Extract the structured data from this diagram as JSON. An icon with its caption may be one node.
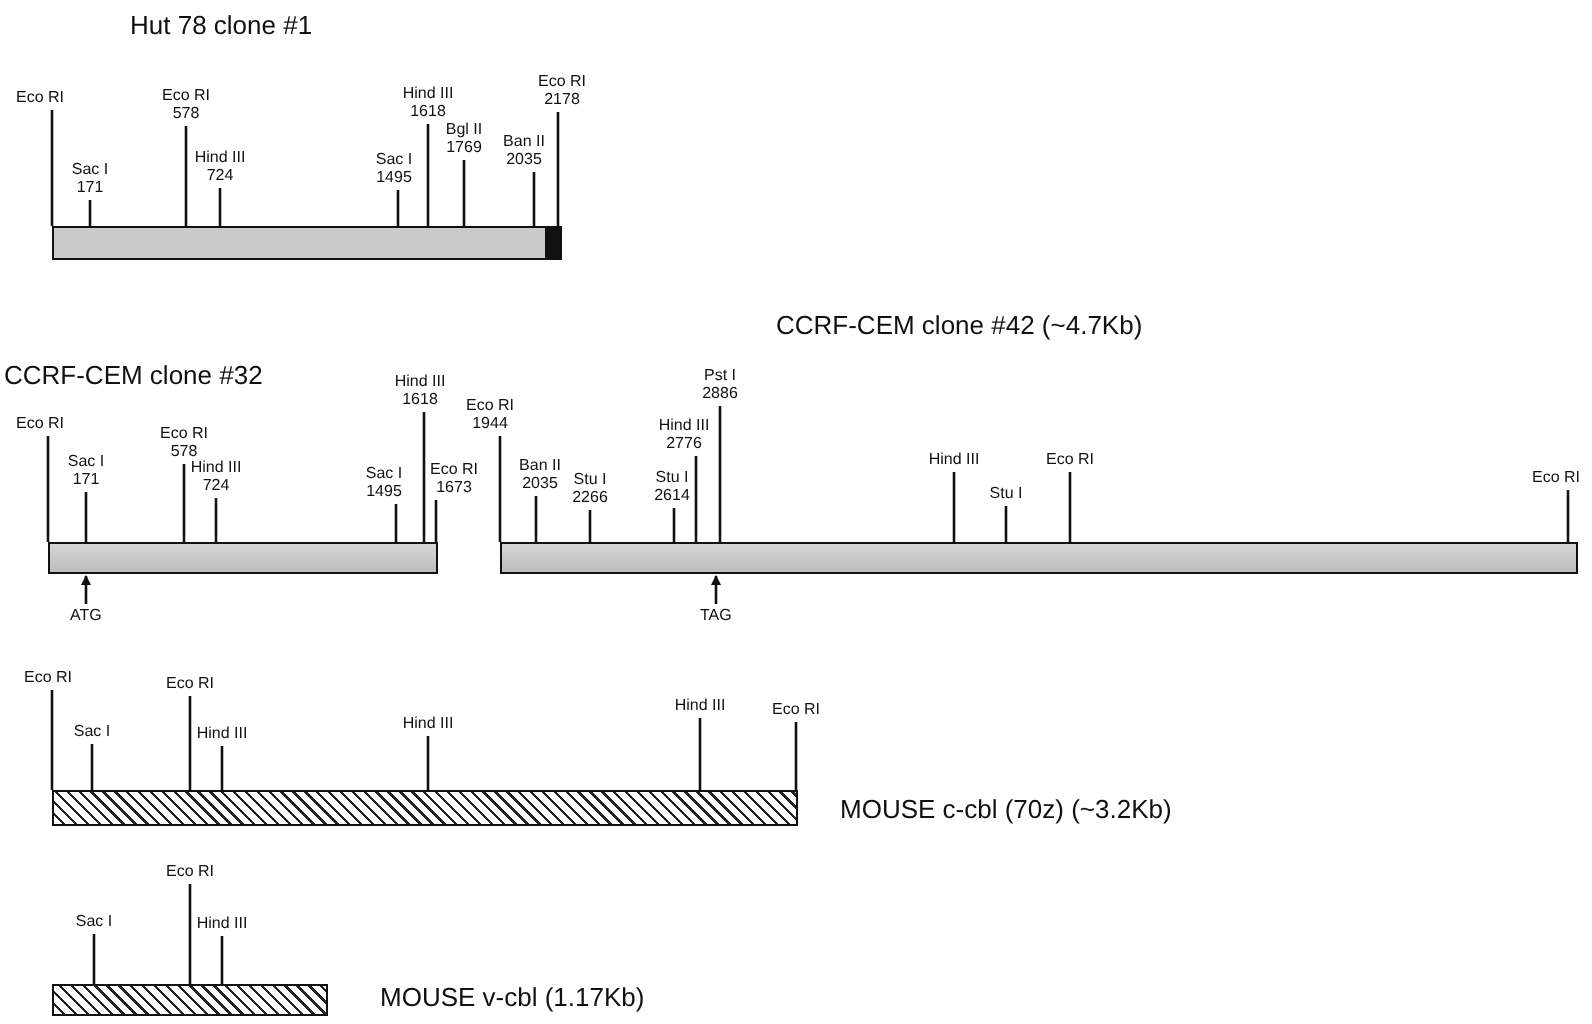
{
  "diagram": {
    "labels": [
      "Hut 78 clone #1",
      "CCRF-CEM clone #32",
      "CCRF-CEM clone #42 (~4.7Kb)"
    ],
    "nodes": [
      {
        "text": [],
        "shape": "bar",
        "beside": [
          "Eco RI",
          "Sac I 171",
          "Eco RI 578",
          "Hind III 724",
          "Sac I 1495",
          "Hind III 1618",
          "Bgl II 1769",
          "Ban II 2035",
          "Eco RI 2178"
        ]
      },
      {
        "text": [],
        "shape": "bar",
        "beside": [
          "Eco RI",
          "Sac I 171",
          "Eco RI 578",
          "Hind III 724",
          "Sac I 1495",
          "Hind III 1618",
          "Eco RI 1673"
        ]
      },
      {
        "text": [],
        "shape": "bar",
        "beside": [
          "Eco RI 1944",
          "Ban II 2035",
          "Stu I 2266",
          "Stu I 2614",
          "Hind III 2776",
          "Pst I 2886",
          "Hind III",
          "Stu I",
          "Eco RI",
          "Eco RI"
        ]
      },
      {
        "text": [
          "MOUSE c-cbl (70z) (~3.2Kb)"
        ],
        "beside": [
          "Eco RI",
          "Sac I",
          "Eco RI",
          "Hind III",
          "Hind III",
          "Hind III",
          "Eco RI"
        ]
      },
      {
        "text": [
          "MOUSE v-cbl (1.17Kb)"
        ],
        "beside": [
          "Sac I",
          "Eco RI",
          "Hind III"
        ]
      },
      {
        "text": [
          "ATG"
        ]
      },
      {
        "text": [
          "TAG"
        ]
      }
    ],
    "edges": [
      {
        "from": 5,
        "to": 1,
        "arrow": "to"
      },
      {
        "from": 6,
        "to": 2,
        "arrow": "to"
      }
    ]
  }
}
